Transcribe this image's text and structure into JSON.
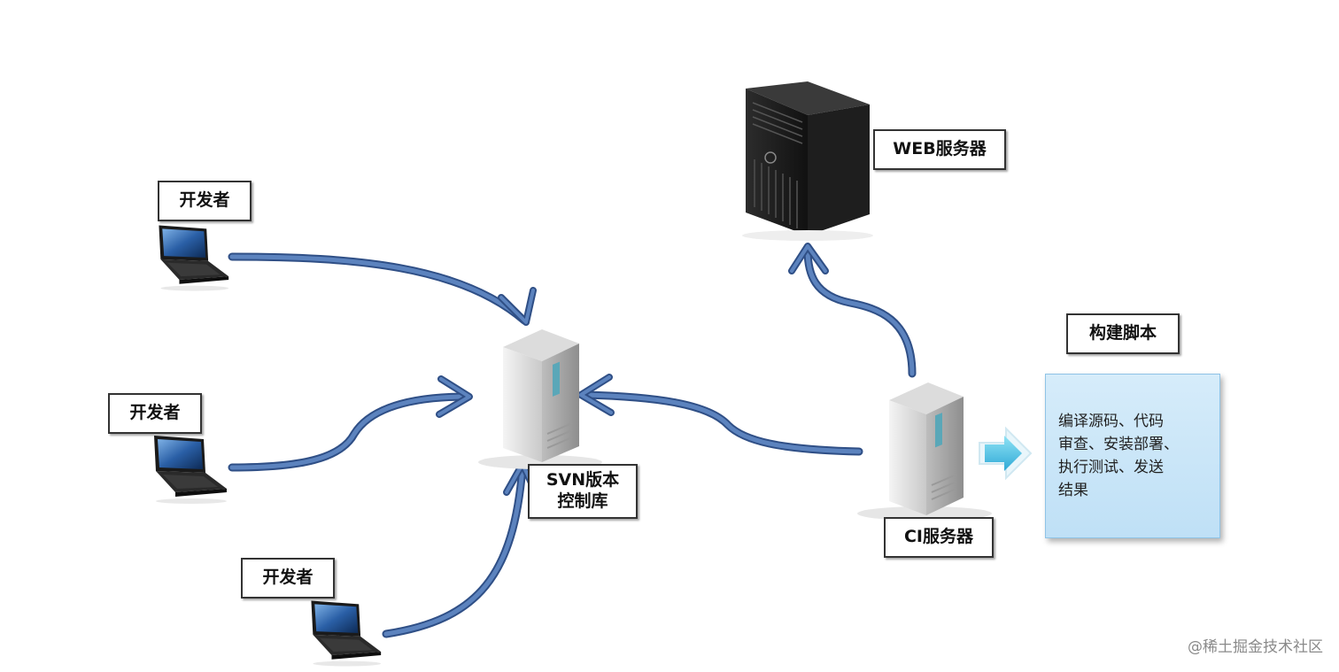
{
  "nodes": {
    "dev1": "开发者",
    "dev2": "开发者",
    "dev3": "开发者",
    "svn_line1": "SVN版本",
    "svn_line2": "控制库",
    "web_server": "WEB服务器",
    "ci_server": "CI服务器",
    "build_script_title": "构建脚本"
  },
  "build_script_steps": [
    "编译源码、代码",
    "审查、安装部署、",
    "执行测试、发送",
    "结果"
  ],
  "watermark": "@稀土掘金技术社区",
  "colors": {
    "arrow": "#4e74ae",
    "arrow_edge": "#2f4f86",
    "script_bg": "#c9e6f8",
    "label_border": "#333333"
  },
  "icons": [
    "laptop-icon",
    "server-tower-icon",
    "web-server-icon",
    "right-arrow-icon"
  ]
}
